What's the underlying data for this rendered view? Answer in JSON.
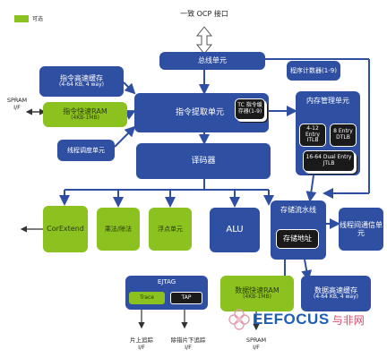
{
  "legend": {
    "label": "可选",
    "color": "#8cc21f"
  },
  "top_interface": "一致 OCP 接口",
  "blocks": {
    "bus_unit": "总线单元",
    "program_counters": "程序计数器(1-9)",
    "icache": {
      "title": "指令高速缓存",
      "sub": "(4-64 KB, 4 way)"
    },
    "isram": {
      "title": "指令快速RAM",
      "sub": "(4KB-1MB)"
    },
    "thread_scheduler": "线程调度单元",
    "fetch_unit": "指令提取单元",
    "tc_buffer": "TC 指令缓存器(1-9)",
    "mmu": {
      "title": "内存管理单元",
      "itlb": "4-12 Entry ITLB",
      "dtlb": "8 Entry DTLB",
      "jtlb": "16-64 Dual Entry JTLB"
    },
    "decoder": "译码器",
    "corextend": "CorExtend",
    "mul_div": "乘法/除法",
    "fpu": "浮点单元",
    "alu": "ALU",
    "lsu": "存储流水线",
    "store_addr": "存储地址",
    "itc": "线程间通信单元",
    "ejtag": {
      "title": "EJTAG",
      "trace": "Trace",
      "tap": "TAP"
    },
    "dsram": {
      "title": "数据快速RAM",
      "sub": "(4KB-1MB)"
    },
    "dcache": {
      "title": "数据高速缓存",
      "sub": "(4-64 KB, 4 way)"
    }
  },
  "external": {
    "spram_left": "SPRAM\nI/F",
    "spram_bottom": "SPRAM\nI/F",
    "trace_if": "片上追踪\nI/F",
    "debug_if": "除错片下追踪\nI/F"
  },
  "watermark": {
    "brand": "EEFOCUS",
    "suffix": "与非网"
  }
}
